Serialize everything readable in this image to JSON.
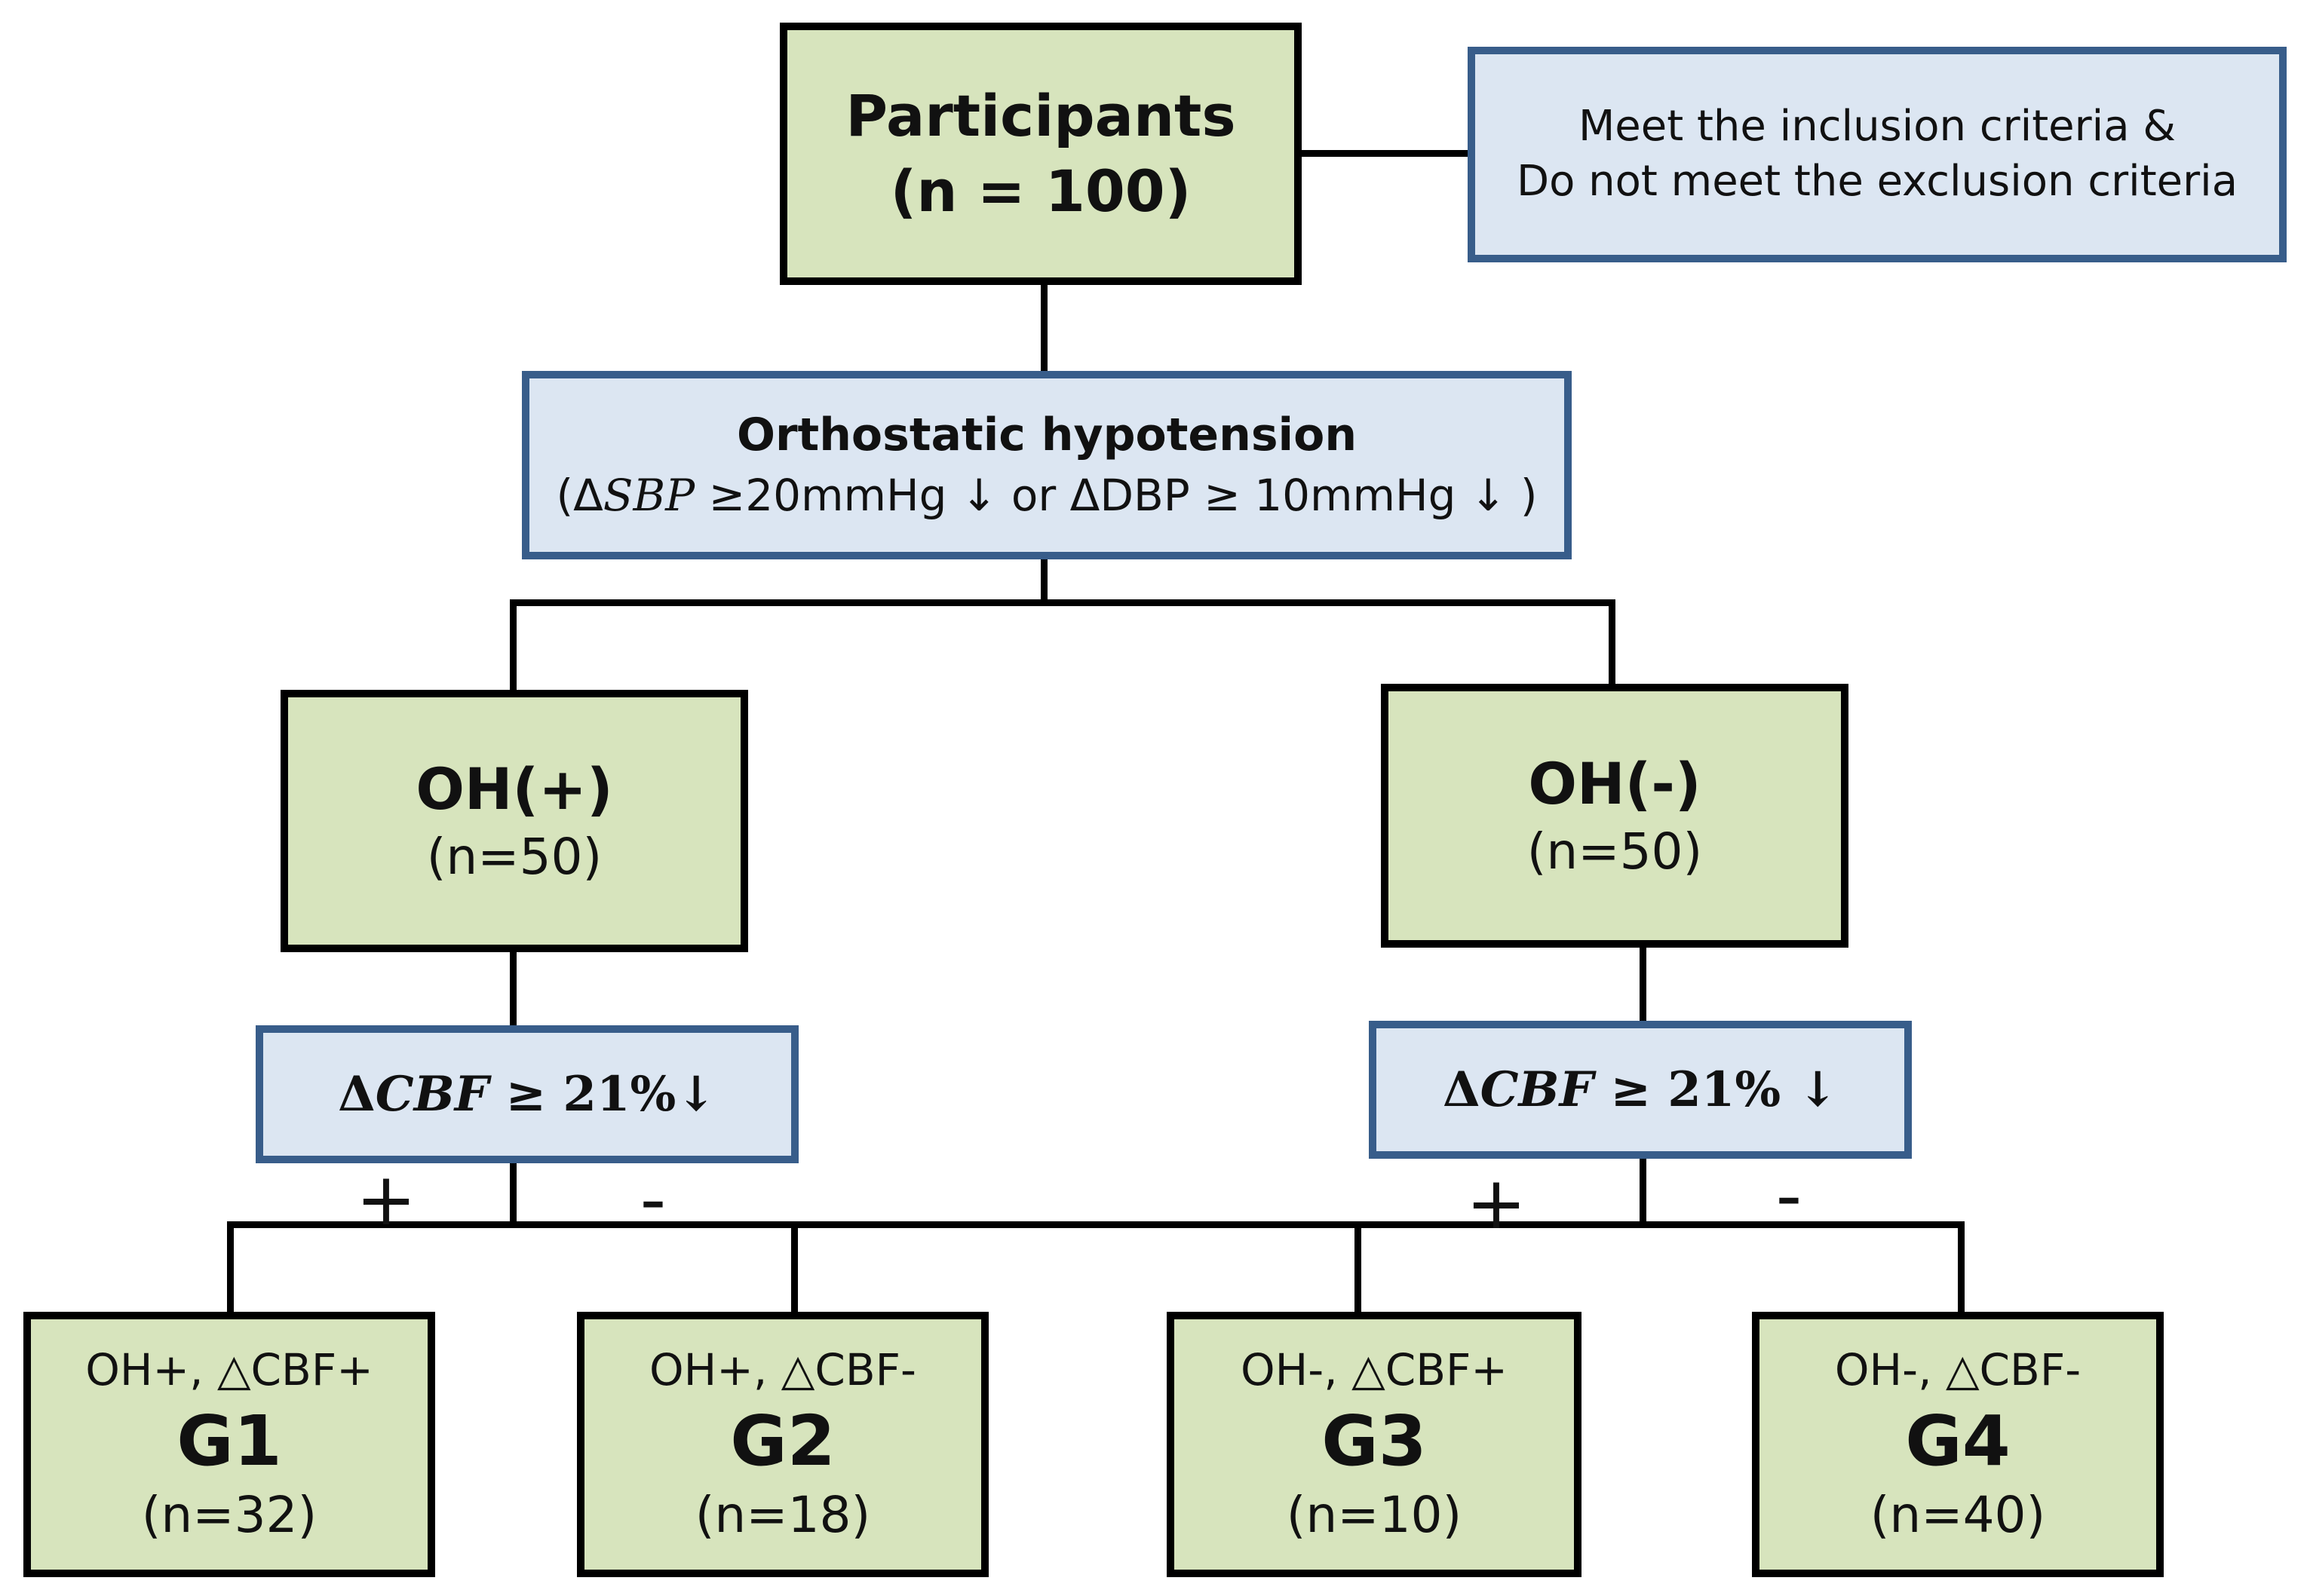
{
  "participants": {
    "title": "Participants",
    "count": "(n = 100)"
  },
  "criteria": {
    "line1": "Meet the inclusion criteria &",
    "line2": "Do not meet the exclusion criteria"
  },
  "orthostatic": {
    "title": "Orthostatic hypotension",
    "sbp_delta": "Δ",
    "sbp_var": "SBP",
    "rule_rest": " ≥20mmHg ↓ or ΔDBP ≥ 10mmHg ↓ )",
    "rule_open": "("
  },
  "oh_positive": {
    "label": "OH(+)",
    "count": "(n=50)"
  },
  "oh_negative": {
    "label": "OH(-)",
    "count": "(n=50)"
  },
  "cbf_left": {
    "delta": "Δ",
    "var": "CBF",
    "rest": " ≥ 21%↓"
  },
  "cbf_right": {
    "delta": "Δ",
    "var": "CBF",
    "rest": " ≥ 21%  ↓"
  },
  "signs": {
    "plus": "+",
    "minus": "-"
  },
  "groups": [
    {
      "condition": "OH+, △CBF+",
      "name": "G1",
      "count": "(n=32)"
    },
    {
      "condition": "OH+, △CBF-",
      "name": "G2",
      "count": "(n=18)"
    },
    {
      "condition": "OH-, △CBF+",
      "name": "G3",
      "count": "(n=10)"
    },
    {
      "condition": "OH-, △CBF-",
      "name": "G4",
      "count": "(n=40)"
    }
  ]
}
